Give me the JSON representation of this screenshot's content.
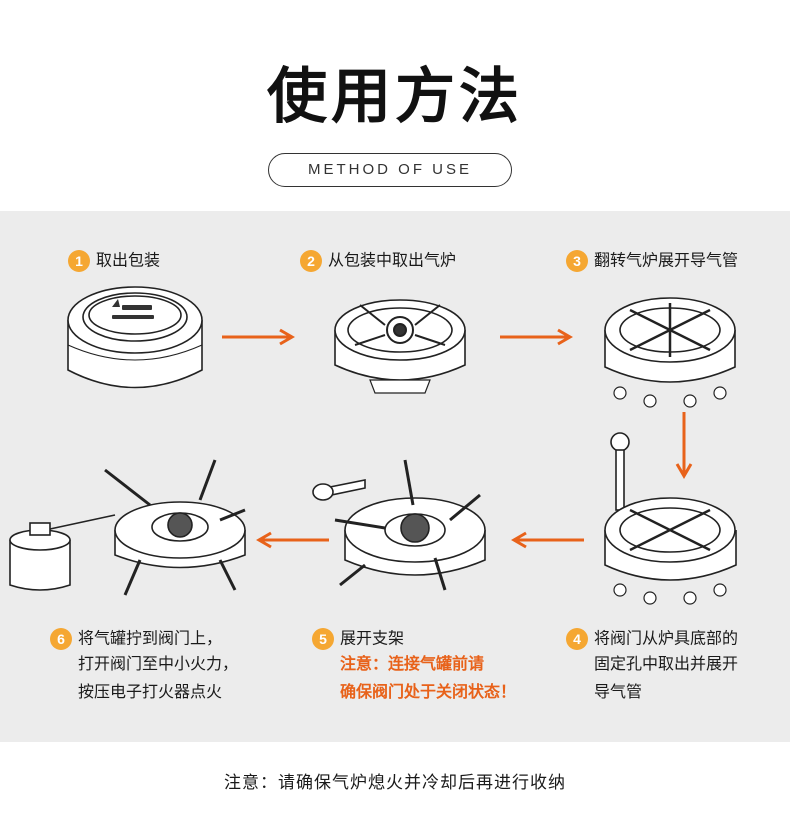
{
  "header": {
    "title": "使用方法",
    "subtitle": "METHOD OF USE"
  },
  "steps": [
    {
      "num": "1",
      "label": "取出包装"
    },
    {
      "num": "2",
      "label": "从包装中取出气炉"
    },
    {
      "num": "3",
      "label": "翻转气炉展开导气管"
    },
    {
      "num": "4",
      "label": "将阀门从炉具底部的",
      "lines": [
        "固定孔中取出并展开",
        "导气管"
      ]
    },
    {
      "num": "5",
      "label": "展开支架",
      "warning": [
        "注意：连接气罐前请",
        "确保阀门处于关闭状态！"
      ]
    },
    {
      "num": "6",
      "label": "将气罐拧到阀门上，",
      "lines": [
        "打开阀门至中小火力，",
        "按压电子打火器点火"
      ]
    }
  ],
  "footer": {
    "note": "注意：请确保气炉熄火并冷却后再进行收纳"
  },
  "colors": {
    "accent": "#f5a732",
    "arrow": "#e8621a",
    "panel": "#ececec"
  }
}
